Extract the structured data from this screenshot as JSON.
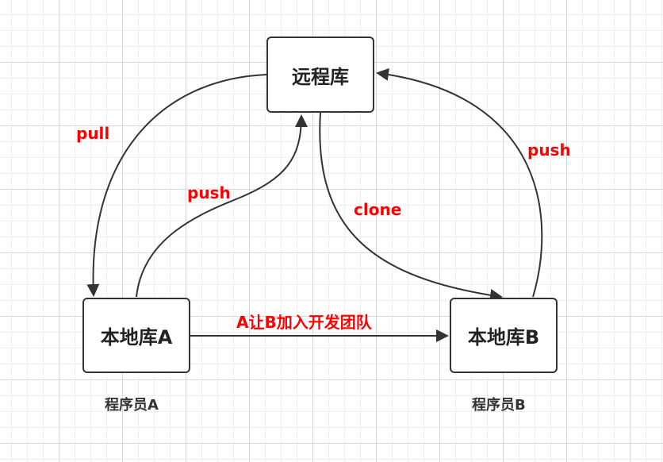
{
  "nodes": {
    "remote": "远程库",
    "local_a": "本地库A",
    "local_b": "本地库B"
  },
  "captions": {
    "programmer_a": "程序员A",
    "programmer_b": "程序员B"
  },
  "edges": {
    "pull": "pull",
    "push_a": "push",
    "clone": "clone",
    "push_b": "push",
    "invite": "A让B加入开发团队"
  },
  "colors": {
    "edge_label": "#ff0000",
    "line": "#333333",
    "node_border": "#333333"
  }
}
